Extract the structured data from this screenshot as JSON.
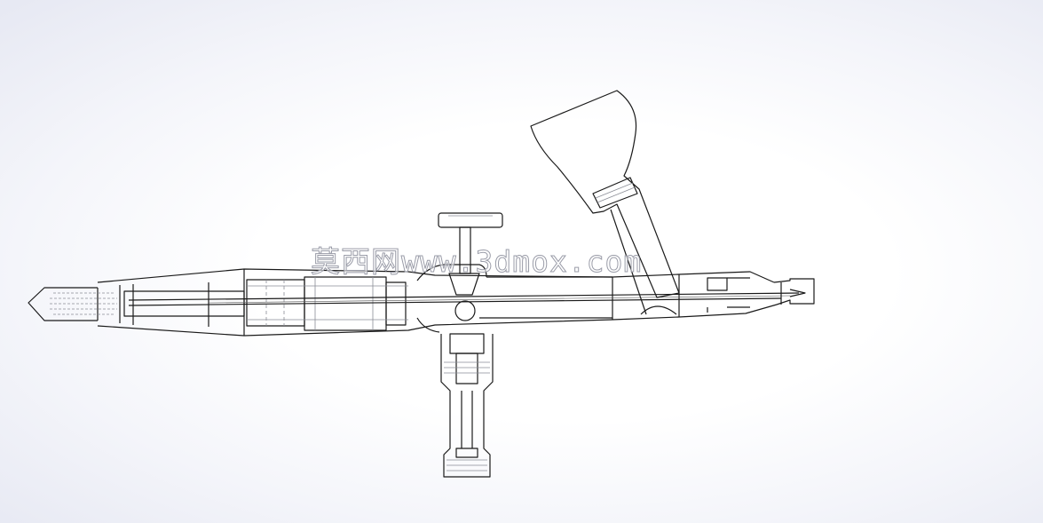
{
  "viewport": {
    "background_color": "#ffffff",
    "line_color": "#1a1a1a",
    "hidden_line_color": "#8a8d96"
  },
  "model": {
    "view": "section-view",
    "parts": [
      "airbrush-body",
      "tail-cap",
      "needle",
      "trigger-button",
      "paint-cup",
      "air-valve",
      "nozzle-tip"
    ]
  },
  "watermark": {
    "text": "莫西网www.3dmox.com"
  }
}
